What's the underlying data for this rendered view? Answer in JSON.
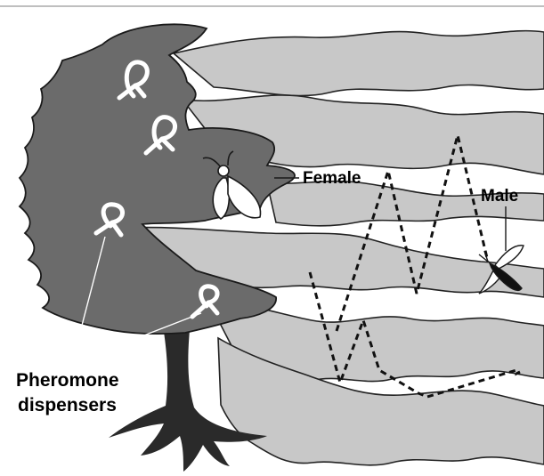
{
  "labels": {
    "female": "Female",
    "male": "Male",
    "dispensers_line1": "Pheromone",
    "dispensers_line2": "dispensers"
  },
  "colors": {
    "plume": "#c8c8c8",
    "tree": "#6b6b6b",
    "trunk": "#2a2a2a",
    "outline": "#1a1a1a",
    "dispenser": "#ffffff"
  }
}
